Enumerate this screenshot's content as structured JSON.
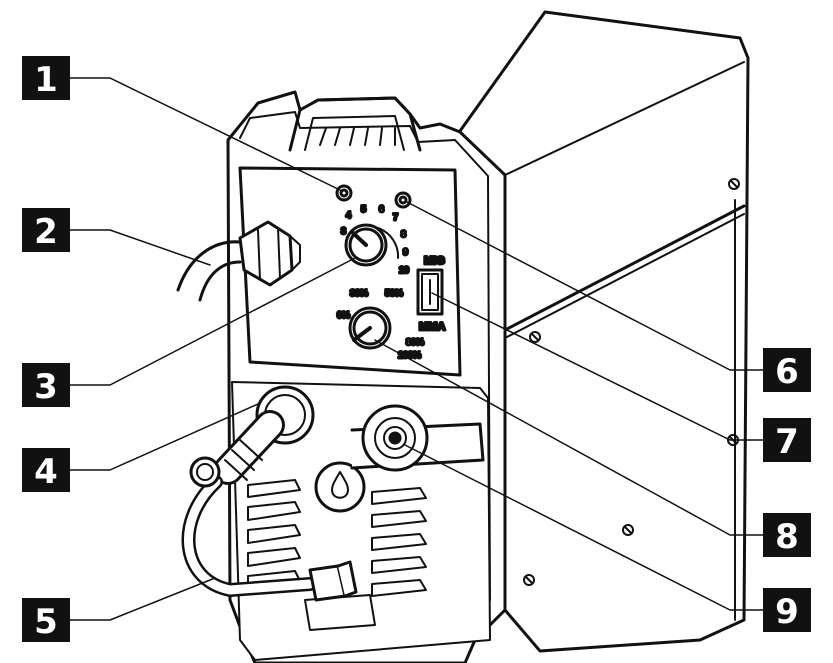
{
  "callouts": [
    {
      "number": "1"
    },
    {
      "number": "2"
    },
    {
      "number": "3"
    },
    {
      "number": "4"
    },
    {
      "number": "5"
    },
    {
      "number": "6"
    },
    {
      "number": "7"
    },
    {
      "number": "8"
    },
    {
      "number": "9"
    }
  ],
  "voltage_dial": {
    "labels": [
      "3",
      "4",
      "5",
      "6",
      "7",
      "8",
      "9",
      "10"
    ]
  },
  "wire_speed_dial": {
    "labels": [
      "0%",
      "30%",
      "50%",
      "80%",
      "100%"
    ]
  },
  "mode_switch": {
    "top_label": "MIG",
    "bottom_label": "MMA"
  },
  "colors": {
    "line": "#111111",
    "badge": "#111111",
    "fill": "#ffffff"
  }
}
